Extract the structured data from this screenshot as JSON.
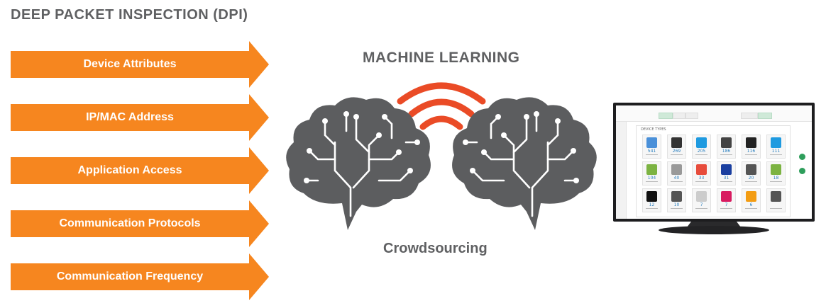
{
  "header": {
    "title": "DEEP PACKET INSPECTION (DPI)"
  },
  "inputs": [
    {
      "label": "Device Attributes"
    },
    {
      "label": "IP/MAC Address"
    },
    {
      "label": "Application Access"
    },
    {
      "label": "Communication Protocols"
    },
    {
      "label": "Communication Frequency"
    }
  ],
  "center": {
    "top_label": "MACHINE LEARNING",
    "bottom_label": "Crowdsourcing"
  },
  "monitor": {
    "panel_title": "DEVICE TYPES",
    "tiles": [
      {
        "icon": "mac-icon",
        "count": "541"
      },
      {
        "icon": "phone-icon",
        "count": "269"
      },
      {
        "icon": "windows-icon",
        "count": "205"
      },
      {
        "icon": "printer-icon",
        "count": "186"
      },
      {
        "icon": "monitor-icon",
        "count": "116"
      },
      {
        "icon": "windows-icon",
        "count": "111"
      },
      {
        "icon": "android-icon",
        "count": "104"
      },
      {
        "icon": "apple-icon",
        "count": "40"
      },
      {
        "icon": "windows-xp-icon",
        "count": "33"
      },
      {
        "icon": "samsung-icon",
        "count": "31"
      },
      {
        "icon": "server-rack-icon",
        "count": "20"
      },
      {
        "icon": "android-icon",
        "count": "18"
      },
      {
        "icon": "tablet-icon",
        "count": "12"
      },
      {
        "icon": "server-rack-icon",
        "count": "10"
      },
      {
        "icon": "device-icon",
        "count": "7"
      },
      {
        "icon": "satrix-icon",
        "count": "7"
      },
      {
        "icon": "router-icon",
        "count": "6"
      },
      {
        "icon": "server-rack-icon",
        "count": ""
      }
    ]
  },
  "colors": {
    "accent_orange": "#f6861f",
    "brain_gray": "#5c5d5f",
    "signal_red": "#ea4b26",
    "heading_gray": "#5f6062"
  }
}
